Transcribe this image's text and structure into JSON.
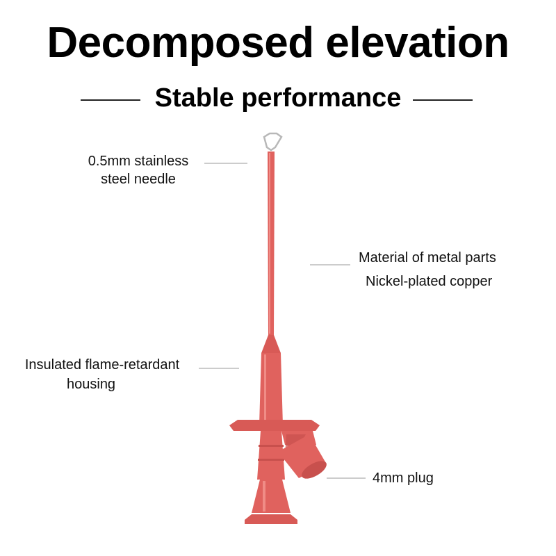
{
  "header": {
    "title": "Decomposed elevation",
    "subtitle": "Stable performance"
  },
  "callouts": {
    "needle": {
      "line1": "0.5mm stainless",
      "line2": "steel needle"
    },
    "metal": {
      "line1": "Material of metal parts",
      "line2": "Nickel-plated copper"
    },
    "housing": {
      "line1": "Insulated flame-retardant",
      "line2": "housing"
    },
    "plug": {
      "line1": "4mm plug"
    }
  },
  "colors": {
    "probe_body": "#e0625e",
    "probe_highlight": "#f08c86",
    "probe_shadow": "#c8504d",
    "tip_metal": "#b8b8b8"
  }
}
